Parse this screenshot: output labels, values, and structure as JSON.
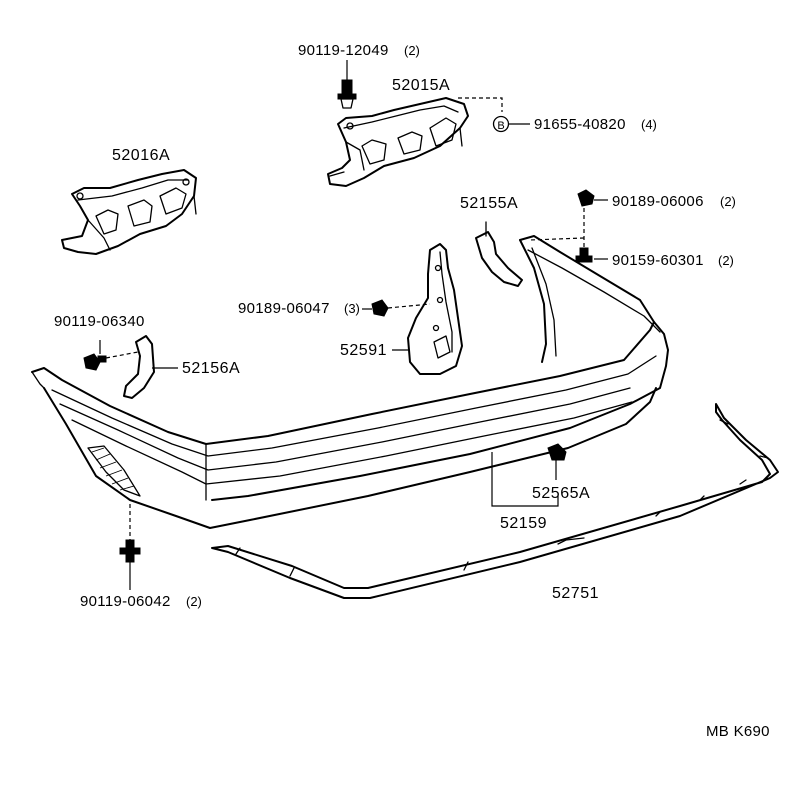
{
  "labels": {
    "p_90119_12049": {
      "num": "90119-12049",
      "qty": "(2)"
    },
    "p_52015A": {
      "num": "52015A"
    },
    "p_91655_40820": {
      "num": "91655-40820",
      "qty": "(4)",
      "marker": "B"
    },
    "p_52016A": {
      "num": "52016A"
    },
    "p_52155A": {
      "num": "52155A"
    },
    "p_90189_06006": {
      "num": "90189-06006",
      "qty": "(2)"
    },
    "p_90159_60301": {
      "num": "90159-60301",
      "qty": "(2)"
    },
    "p_90189_06047": {
      "num": "90189-06047",
      "qty": "(3)"
    },
    "p_90119_06340": {
      "num": "90119-06340"
    },
    "p_52591": {
      "num": "52591"
    },
    "p_52156A": {
      "num": "52156A"
    },
    "p_52565A": {
      "num": "52565A"
    },
    "p_52159": {
      "num": "52159"
    },
    "p_52751": {
      "num": "52751"
    },
    "p_90119_06042": {
      "num": "90119-06042",
      "qty": "(2)"
    }
  },
  "footer": {
    "code": "MB K690"
  }
}
